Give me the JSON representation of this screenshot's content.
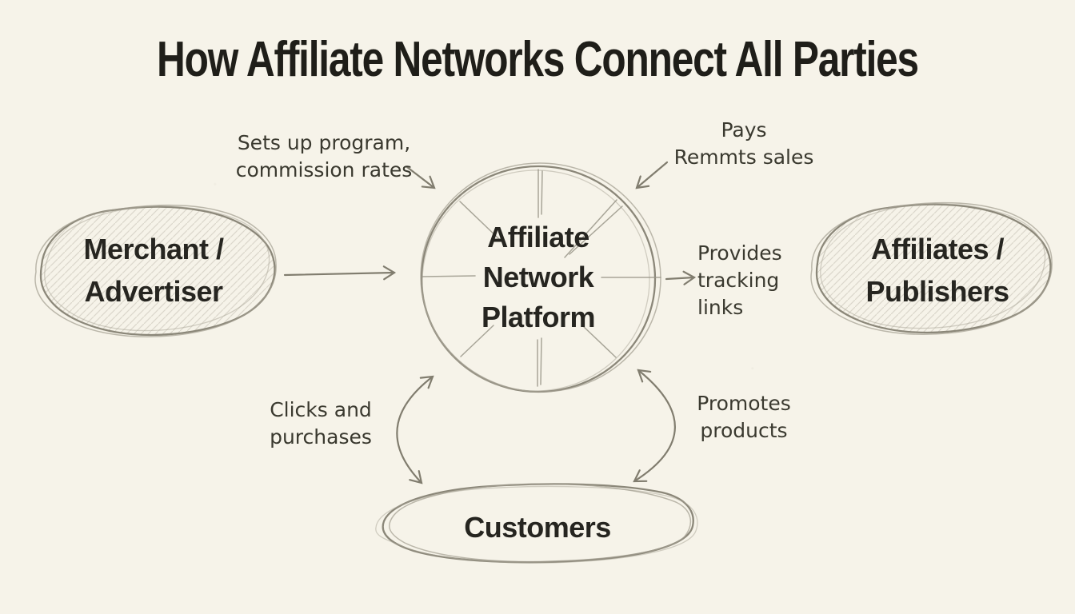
{
  "title": "How Affiliate Networks Connect All Parties",
  "nodes": {
    "merchant": {
      "lines": [
        "Merchant /",
        "Advertiser"
      ]
    },
    "platform": {
      "lines": [
        "Affiliate",
        "Network",
        "Platform"
      ]
    },
    "affiliates": {
      "lines": [
        "Affiliates /",
        "Publishers"
      ]
    },
    "customers": {
      "lines": [
        "Customers"
      ]
    }
  },
  "edge_labels": {
    "setup": {
      "lines": [
        "Sets up program,",
        "commission rates"
      ]
    },
    "pays": {
      "lines": [
        "Pays",
        "Remmts sales"
      ]
    },
    "tracking": {
      "lines": [
        "Provides",
        "tracking",
        "links"
      ]
    },
    "clicks": {
      "lines": [
        "Clicks and",
        "purchases"
      ]
    },
    "promotes": {
      "lines": [
        "Promotes",
        "products"
      ]
    }
  },
  "colors": {
    "background": "#f6f3e9",
    "title_ink": "#1f1e19",
    "node_ink": "#262520",
    "label_ink": "#3a392f",
    "sketch_stroke": "#8b8779",
    "arrow_stroke": "#817d6f"
  }
}
